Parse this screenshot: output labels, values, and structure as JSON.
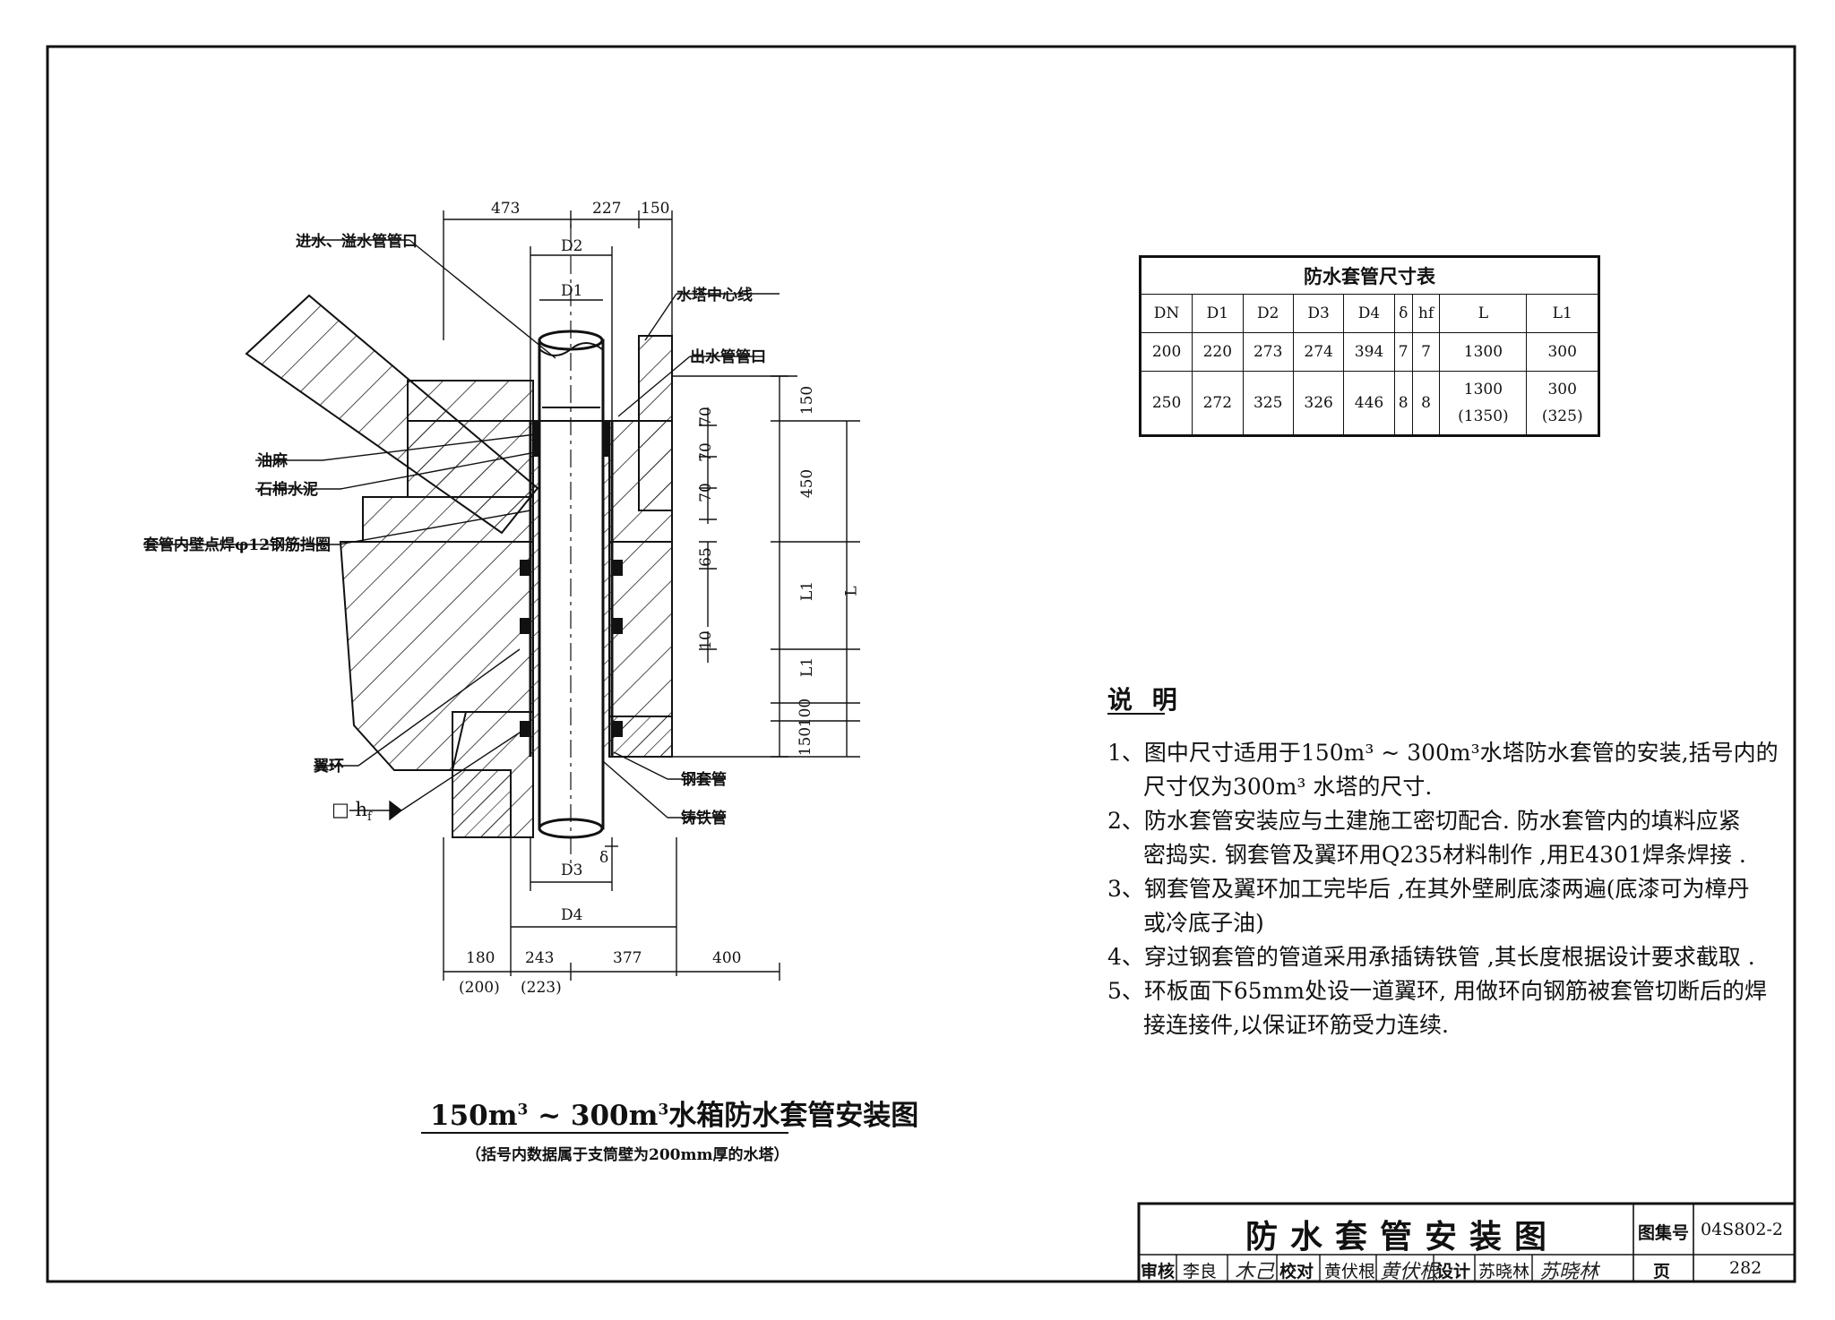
{
  "diagram": {
    "labels": {
      "inlet": "进水、溢水管管口",
      "tower_center": "水塔中心线",
      "outlet": "出水管管口",
      "oakum": "油麻",
      "asbestos_cement": "石棉水泥",
      "rebar_ring": "套管内壁点焊φ12钢筋挡圈",
      "wing_ring": "翼环",
      "steel_sleeve": "钢套管",
      "cast_iron_pipe": "铸铁管",
      "weld_symbol": "□ h",
      "weld_sub": "f",
      "delta": "δ"
    },
    "dims": {
      "top_473": "473",
      "top_227": "227",
      "top_150": "150",
      "d2": "D2",
      "d1": "D1",
      "d3": "D3",
      "d4": "D4",
      "v70a": "70",
      "v70b": "70",
      "v70c": "70",
      "v65": "65",
      "v10": "10",
      "r150a": "150",
      "r450": "450",
      "rL1a": "L1",
      "rL1b": "L1",
      "r100": "100",
      "r150b": "150",
      "rL": "L",
      "b180": "180",
      "b243": "243",
      "b377": "377",
      "b400": "400",
      "b200": "(200)",
      "b223": "(223)"
    },
    "caption": {
      "part1": "150m",
      "sup1": "3",
      "mid": " ~ 300m",
      "sup2": "3",
      "part2": "水箱防水套管安装图"
    },
    "subcaption": "（括号内数据属于支筒壁为200mm厚的水塔）"
  },
  "table": {
    "title": "防水套管尺寸表",
    "headers": [
      "DN",
      "D1",
      "D2",
      "D3",
      "D4",
      "δ",
      "hf",
      "L",
      "L1"
    ],
    "rows": [
      [
        "200",
        "220",
        "273",
        "274",
        "394",
        "7",
        "7",
        "1300",
        "300"
      ],
      [
        "250",
        "272",
        "325",
        "326",
        "446",
        "8",
        "8",
        "1300\n(1350)",
        "300\n(325)"
      ]
    ]
  },
  "notes": {
    "title": "说 明",
    "items": [
      "1、图中尺寸适用于150m³ ~ 300m³水塔防水套管的安装,括号内的",
      "尺寸仅为300m³ 水塔的尺寸.",
      "2、防水套管安装应与土建施工密切配合. 防水套管内的填料应紧",
      "密捣实. 钢套管及翼环用Q235材料制作 ,用E4301焊条焊接 .",
      "3、钢套管及翼环加工完毕后 ,在其外壁刷底漆两遍(底漆可为樟丹",
      "或冷底子油)",
      "4、穿过钢套管的管道采用承插铸铁管 ,其长度根据设计要求截取 .",
      "5、环板面下65mm处设一道翼环, 用做环向钢筋被套管切断后的焊",
      "接连接件,以保证环筋受力连续."
    ]
  },
  "title_block": {
    "title": "防水套管安装图",
    "atlas_label": "图集号",
    "atlas_no": "04S802-2",
    "review_label": "审核",
    "reviewer": "李良",
    "check_label": "校对",
    "checker": "黄伏根",
    "design_label": "设计",
    "designer": "苏晓林",
    "page_label": "页",
    "page_no": "282"
  }
}
